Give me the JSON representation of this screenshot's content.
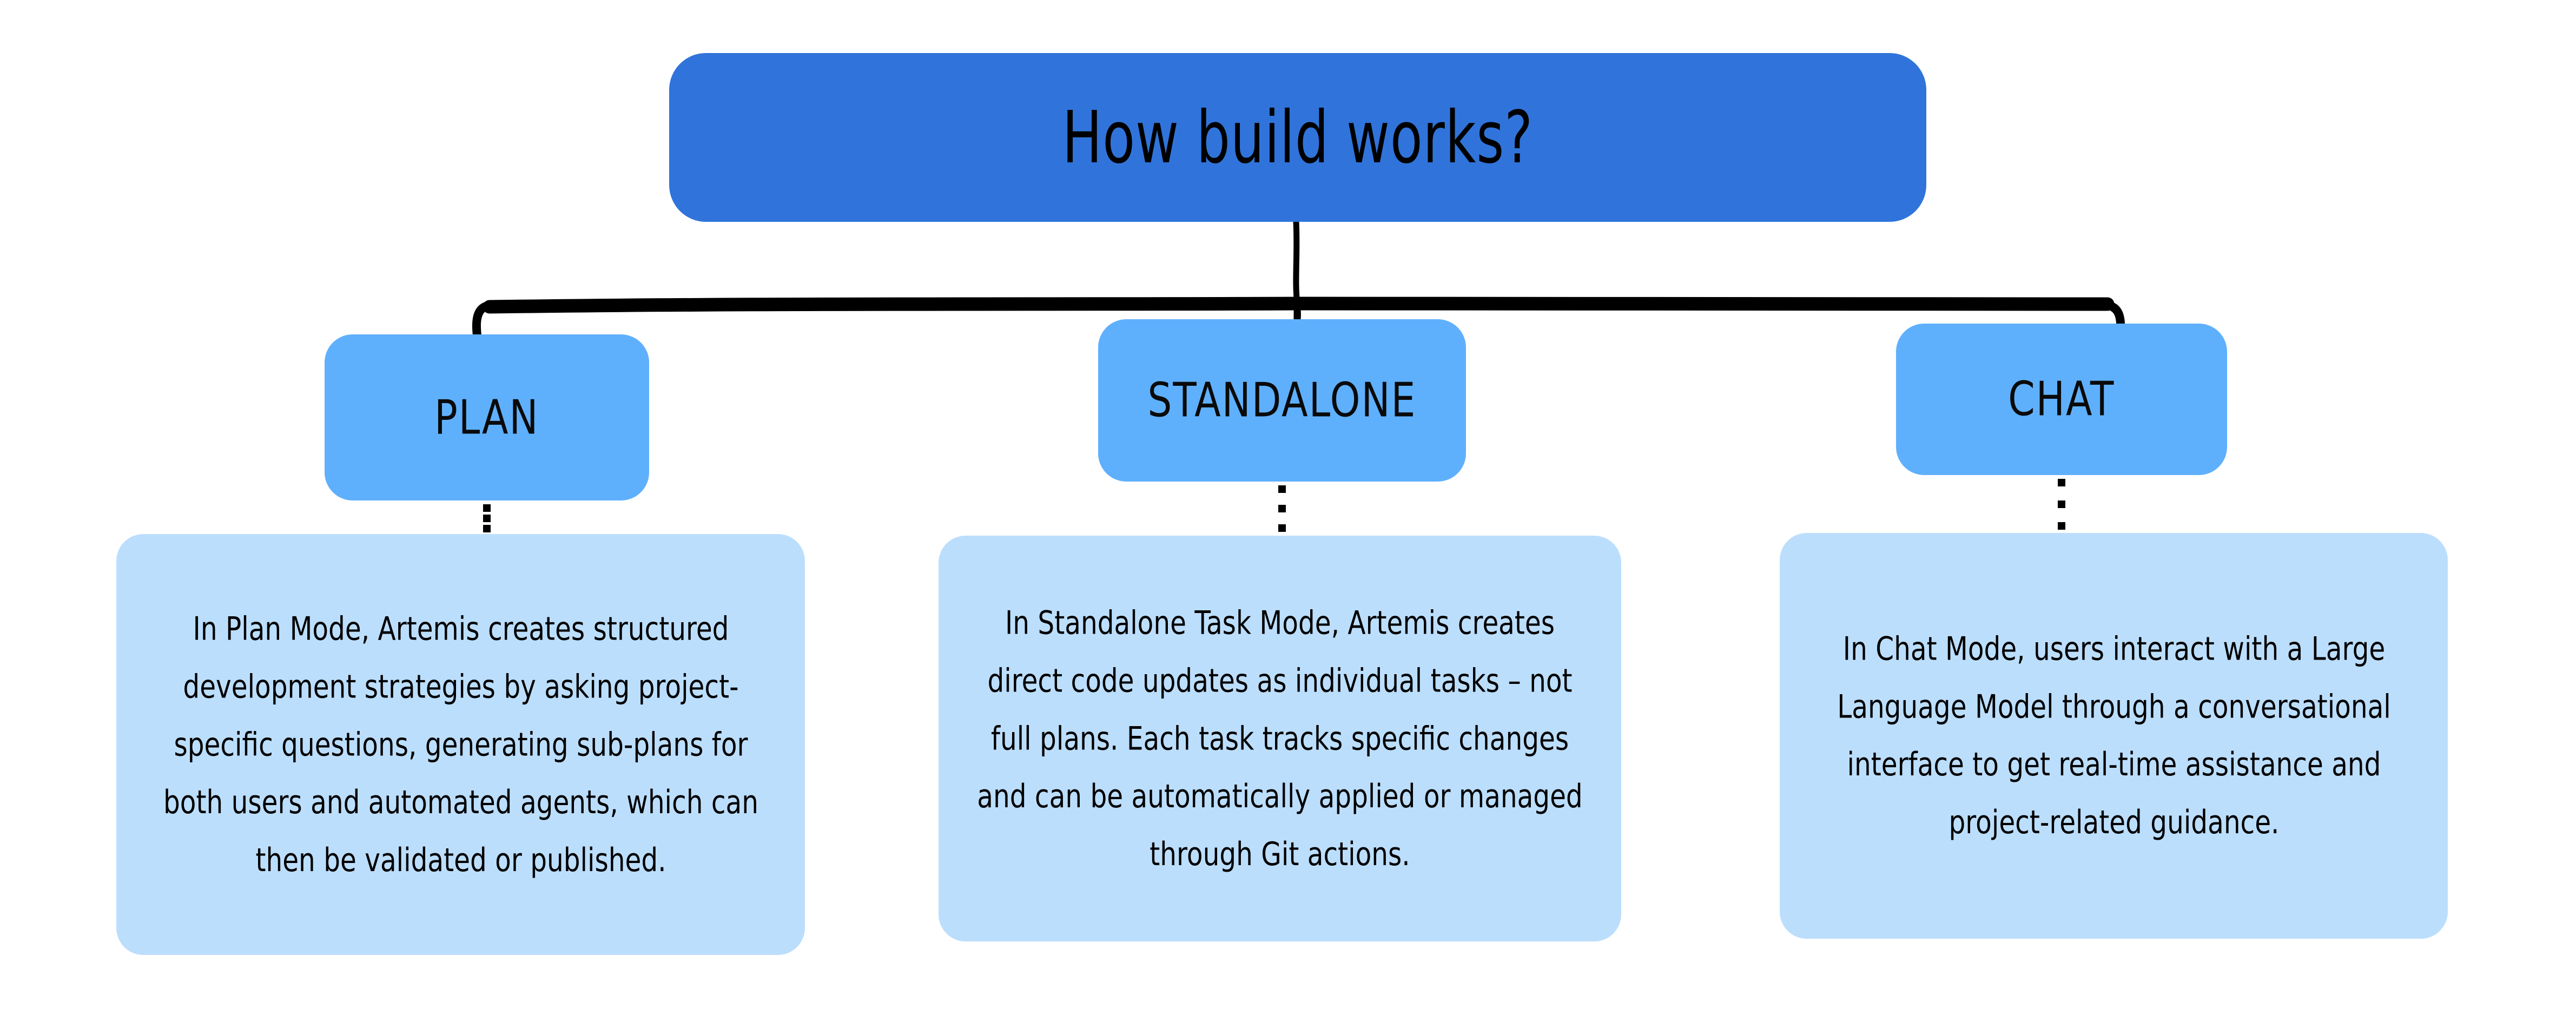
{
  "diagram": {
    "type": "hierarchy-flowchart",
    "style": "hand-drawn",
    "background_color": "#ffffff",
    "title": {
      "label": "How build works?",
      "box_color": "#3074db",
      "text_color": "#000000"
    },
    "branch_color": "#5fb0fc",
    "description_color": "#bcdefd",
    "connector_color": "#000000",
    "branches": [
      {
        "id": "plan",
        "label": "PLAN",
        "description": "In Plan Mode, Artemis creates structured development strategies by asking project-specific questions, generating sub-plans for both users and automated agents, which can then be validated or published."
      },
      {
        "id": "standalone",
        "label": "STANDALONE",
        "description": "In Standalone Task Mode, Artemis creates direct code updates as individual tasks – not full plans. Each task tracks specific changes and can be automatically applied or managed through Git actions."
      },
      {
        "id": "chat",
        "label": "CHAT",
        "description": "In Chat Mode, users interact with a Large Language Model through a conversational interface to get real-time assistance and project-related guidance."
      }
    ]
  }
}
